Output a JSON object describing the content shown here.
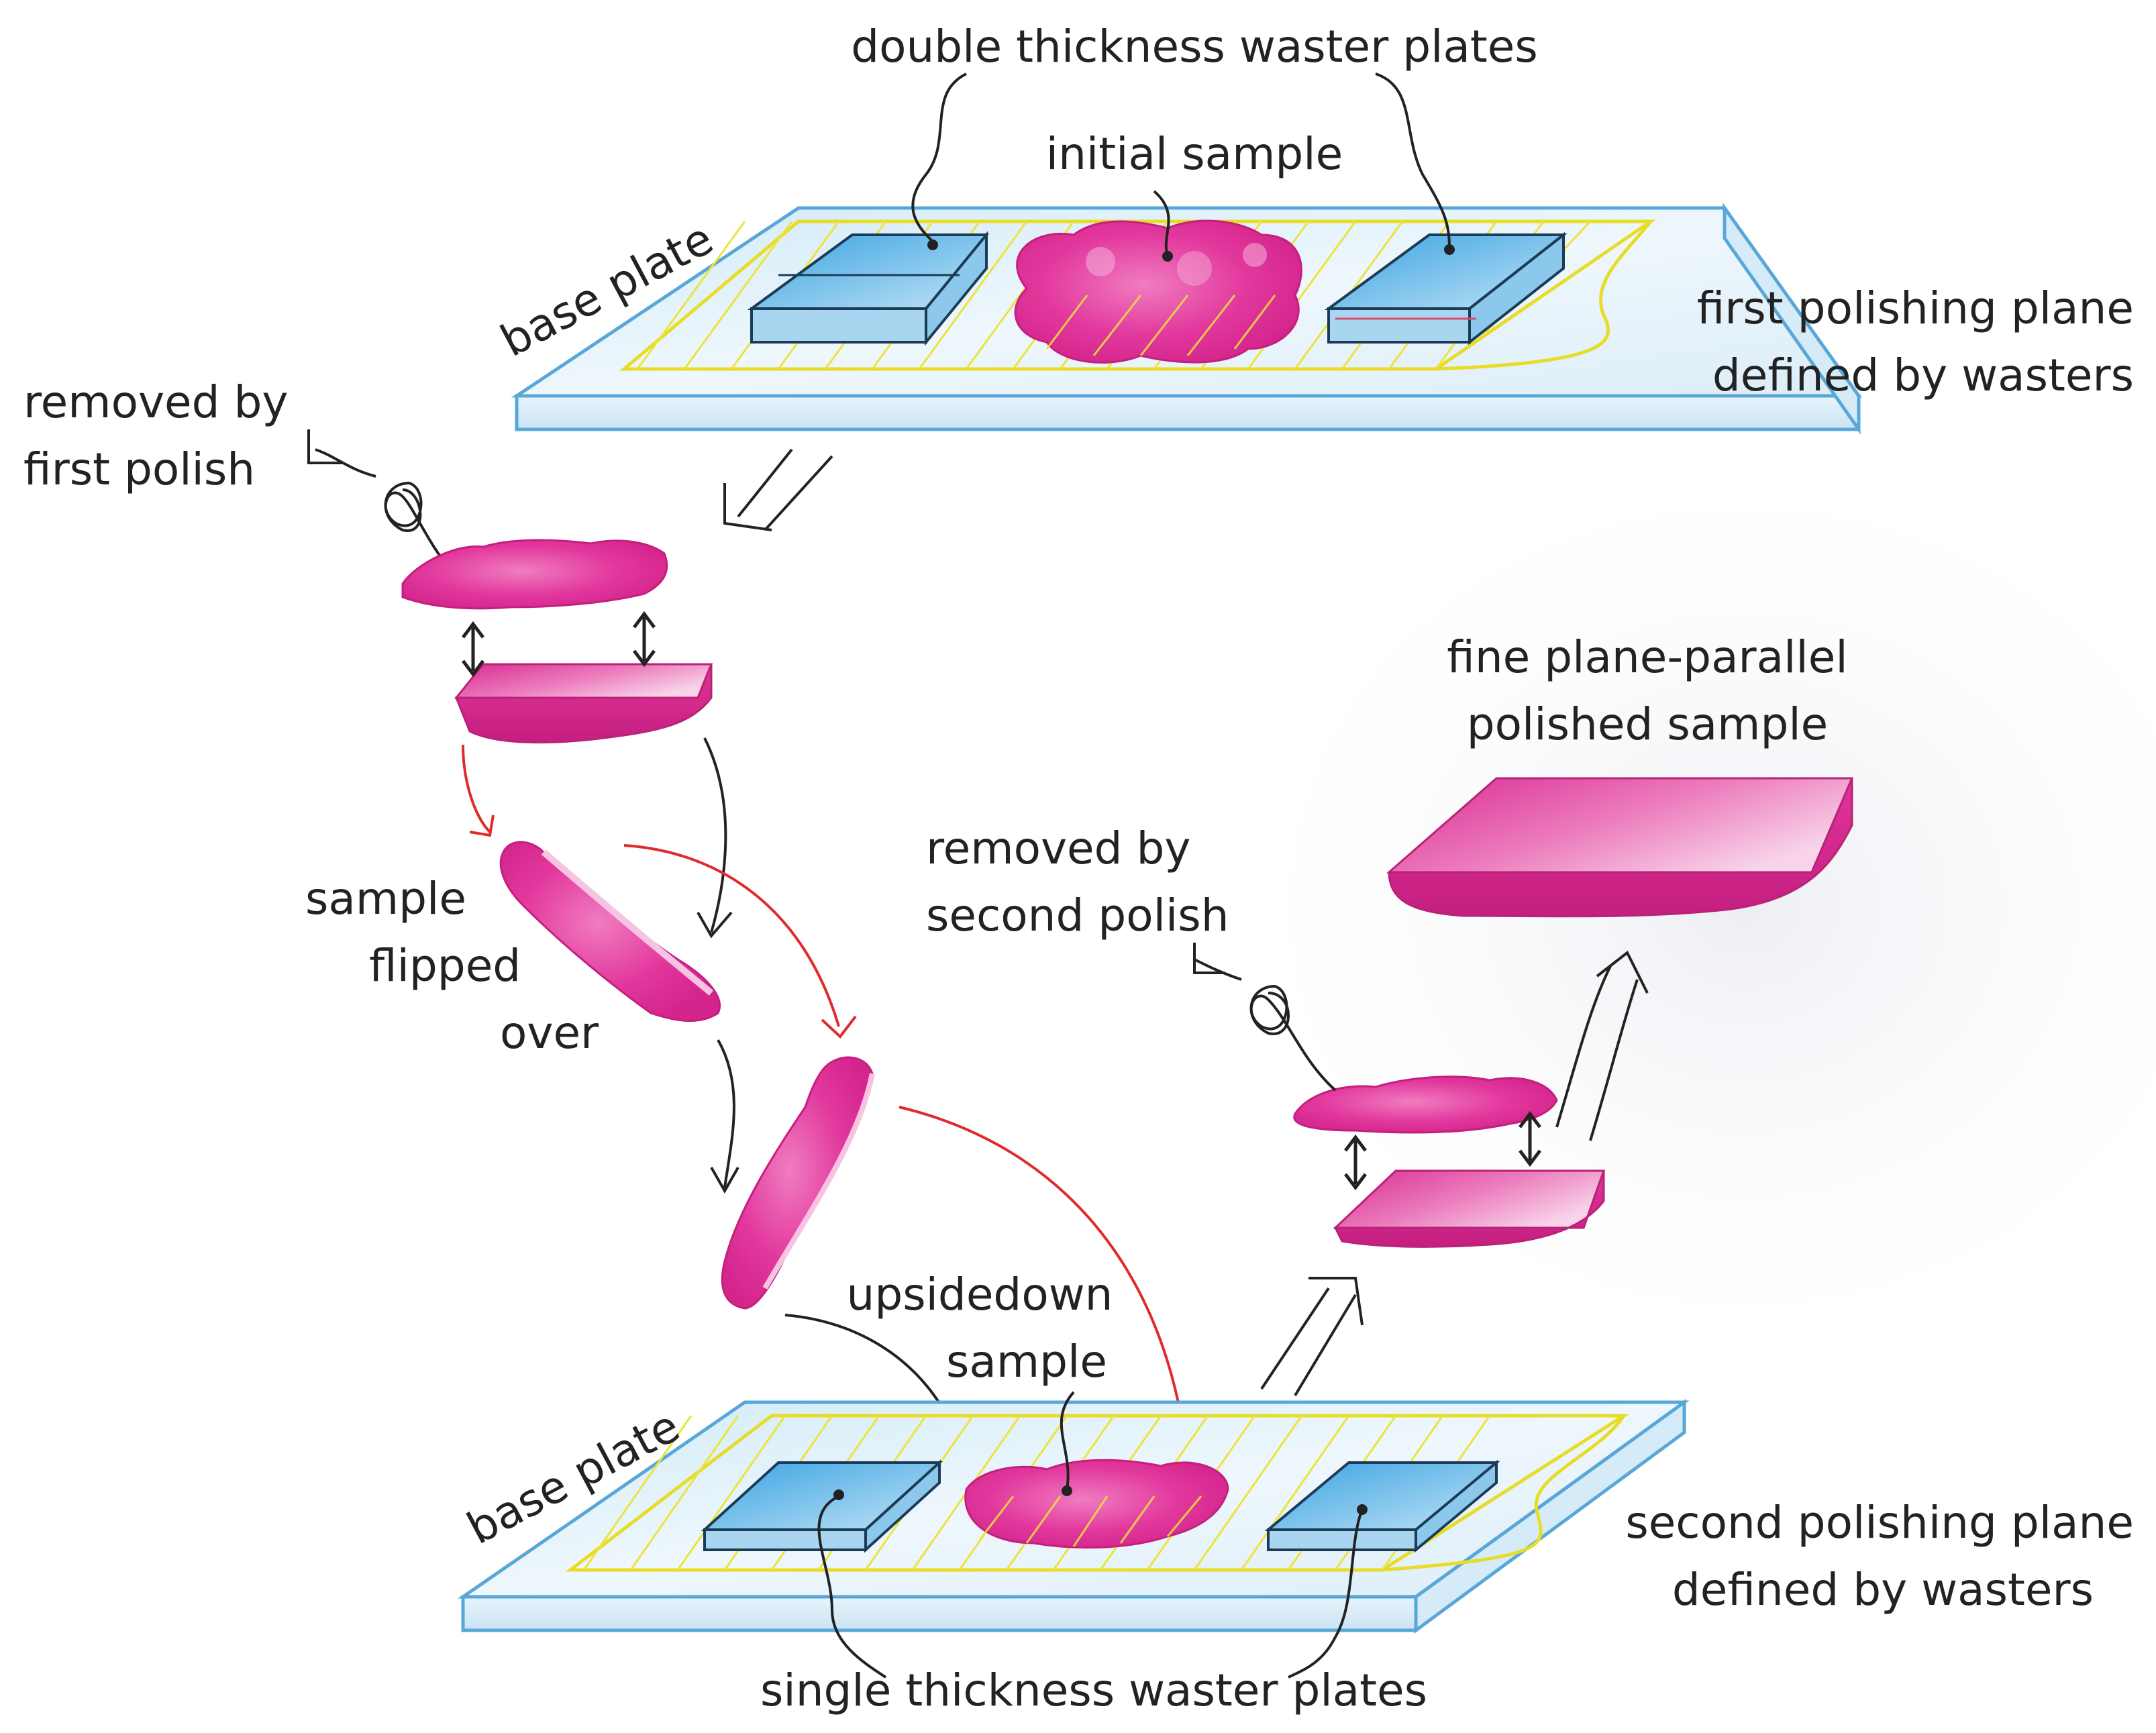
{
  "figure": {
    "first_stage": {
      "base_plate_label": "base plate",
      "waster_label": "double thickness waster plates",
      "sample_label": "initial sample",
      "plane_label_line1": "first polishing plane",
      "plane_label_line2": "defined by wasters",
      "removed_label_line1": "removed by",
      "removed_label_line2": "first polish"
    },
    "flip": {
      "label_line1": "sample",
      "label_line2": "flipped",
      "label_line3": "over"
    },
    "second_stage": {
      "base_plate_label": "base plate",
      "waster_label": "single thickness waster plates",
      "sample_label_line1": "upsidedown",
      "sample_label_line2": "sample",
      "plane_label_line1": "second polishing plane",
      "plane_label_line2": "defined by wasters",
      "removed_label_line1": "removed by",
      "removed_label_line2": "second polish"
    },
    "result": {
      "label_line1": "fine plane-parallel",
      "label_line2": "polished sample"
    },
    "colors": {
      "plate_edge": "#58a7d8",
      "plate_fill": "#e6f3fb",
      "plane": "#f0e62e",
      "sample": "#e0339a",
      "sample_light": "#f3a7d4",
      "flip_arrow": "#e02b2b",
      "ink": "#222222"
    }
  }
}
